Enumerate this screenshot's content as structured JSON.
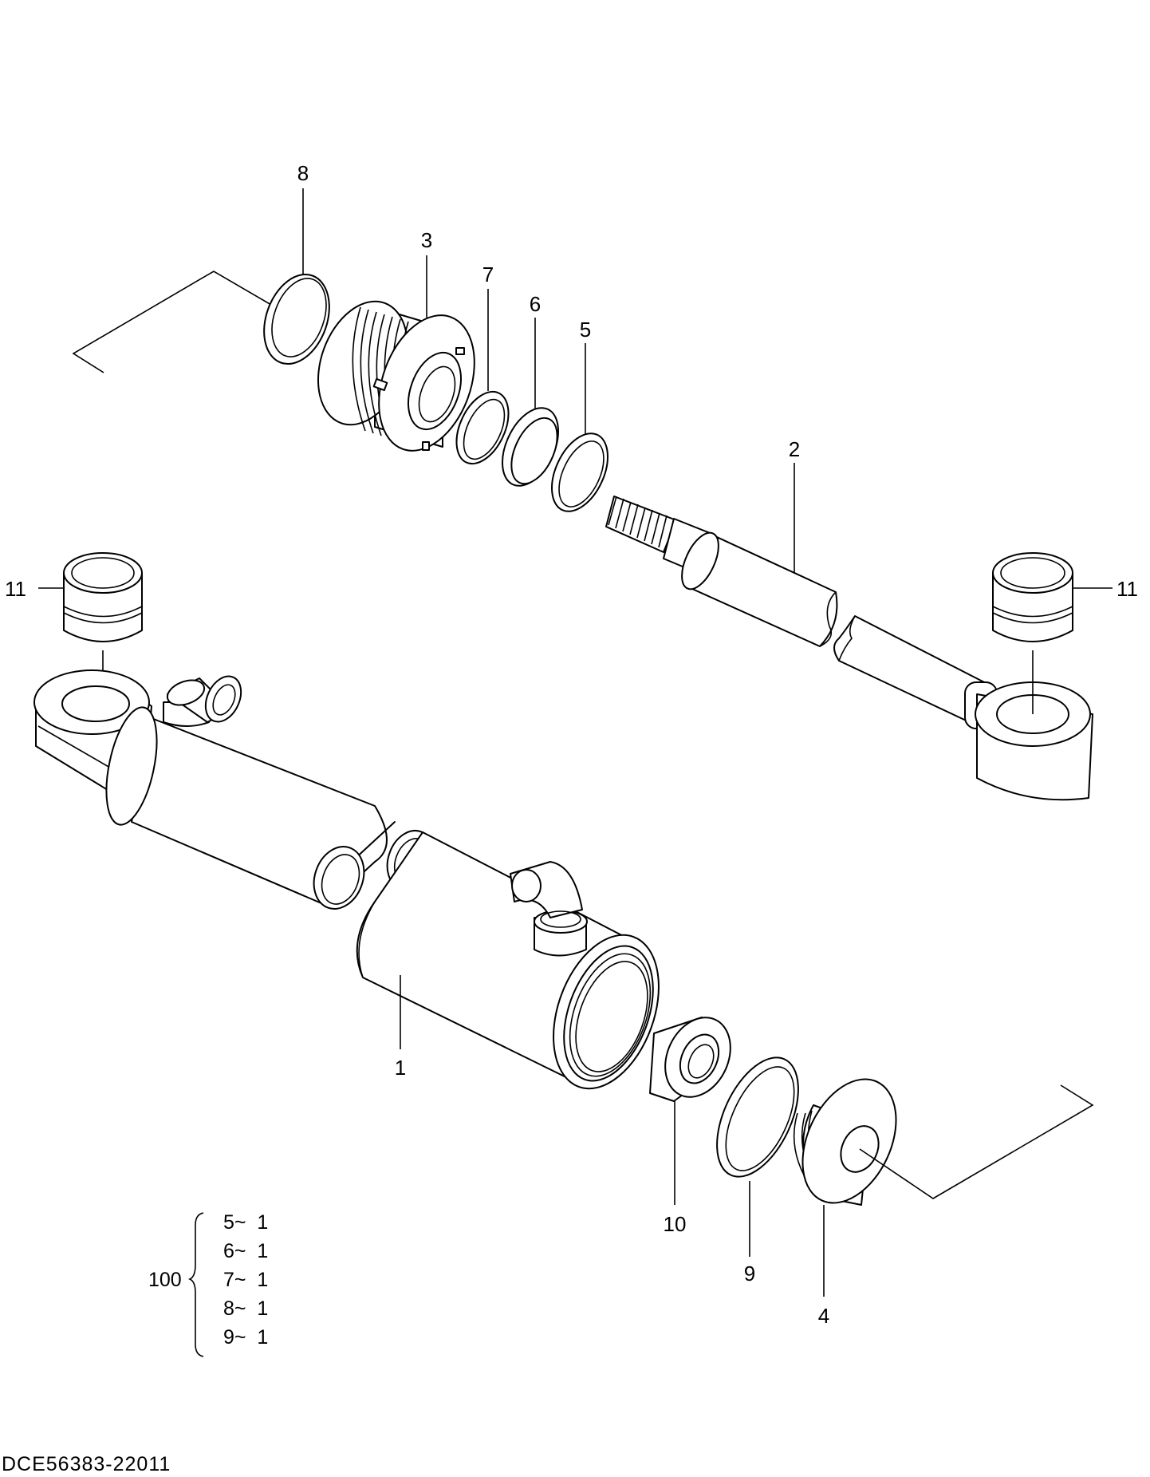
{
  "callouts": {
    "n1": "1",
    "n2": "2",
    "n3": "3",
    "n4": "4",
    "n5": "5",
    "n6": "6",
    "n7": "7",
    "n8": "8",
    "n9": "9",
    "n10": "10",
    "n11_left": "11",
    "n11_right": "11"
  },
  "kit": {
    "number": "100",
    "items": [
      "5~  1",
      "6~  1",
      "7~  1",
      "8~  1",
      "9~  1"
    ]
  },
  "drawing_code": "DCE56383-22011"
}
